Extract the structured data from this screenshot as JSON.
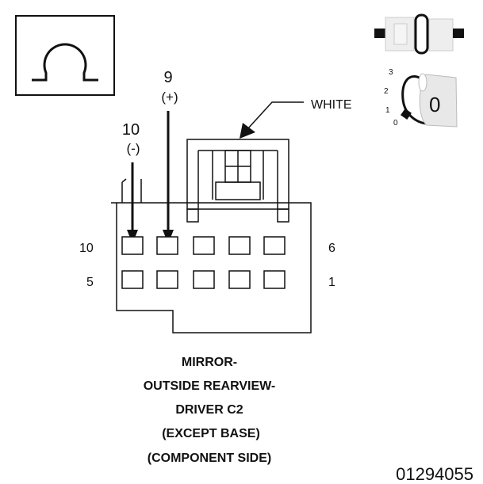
{
  "symbols": {
    "ohmmeter": "ohm-symbol",
    "ignition_key_icon": "ignition-key-icon",
    "connector_plug_icon": "connector-plug-icon"
  },
  "ignition": {
    "positions": [
      "3",
      "2",
      "1",
      "0"
    ],
    "current": "0"
  },
  "probes": [
    {
      "pin": "9",
      "polarity": "(+)"
    },
    {
      "pin": "10",
      "polarity": "(-)"
    }
  ],
  "connector": {
    "color_label": "WHITE",
    "row_labels": {
      "top_left": "10",
      "top_right": "6",
      "bottom_left": "5",
      "bottom_right": "1"
    }
  },
  "caption": {
    "line1": "MIRROR-",
    "line2": "OUTSIDE REARVIEW-",
    "line3": "DRIVER C2",
    "line4": "(EXCEPT BASE)",
    "line5": "(COMPONENT SIDE)"
  },
  "figure_id": "01294055",
  "colors": {
    "ink": "#111111",
    "icon_gray": "#e8e8e8"
  }
}
